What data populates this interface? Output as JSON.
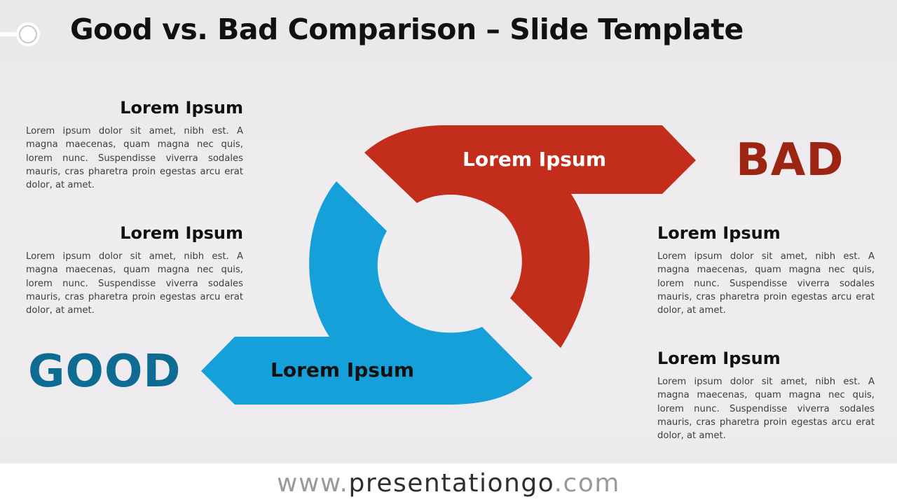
{
  "title": "Good vs. Bad Comparison – Slide Template",
  "colors": {
    "bad": "#c22e1b",
    "bad_text": "#9b2412",
    "good": "#15a0d9",
    "good_text": "#0e6c92"
  },
  "bad": {
    "label": "BAD",
    "arrow_text": "Lorem Ipsum"
  },
  "good": {
    "label": "GOOD",
    "arrow_text": "Lorem Ipsum"
  },
  "blocks": [
    {
      "heading": "Lorem Ipsum",
      "text": "Lorem ipsum dolor sit amet, nibh est. A magna maecenas, quam magna nec quis, lorem nunc. Suspendisse viverra sodales mauris, cras pharetra proin egestas arcu erat dolor, at amet."
    },
    {
      "heading": "Lorem Ipsum",
      "text": "Lorem ipsum dolor sit amet, nibh est. A magna maecenas, quam magna nec quis, lorem nunc. Suspendisse viverra sodales mauris, cras pharetra proin egestas arcu erat dolor, at amet."
    },
    {
      "heading": "Lorem Ipsum",
      "text": "Lorem ipsum dolor sit amet, nibh est. A magna maecenas, quam magna nec quis, lorem nunc. Suspendisse viverra sodales mauris, cras pharetra proin egestas arcu erat dolor, at amet."
    },
    {
      "heading": "Lorem Ipsum",
      "text": "Lorem ipsum dolor sit amet, nibh est. A magna maecenas, quam magna nec quis, lorem nunc. Suspendisse viverra sodales mauris, cras pharetra proin egestas arcu erat dolor, at amet."
    }
  ],
  "footer": {
    "prefix": "www.",
    "domain": "presentationgo",
    "suffix": ".com"
  }
}
